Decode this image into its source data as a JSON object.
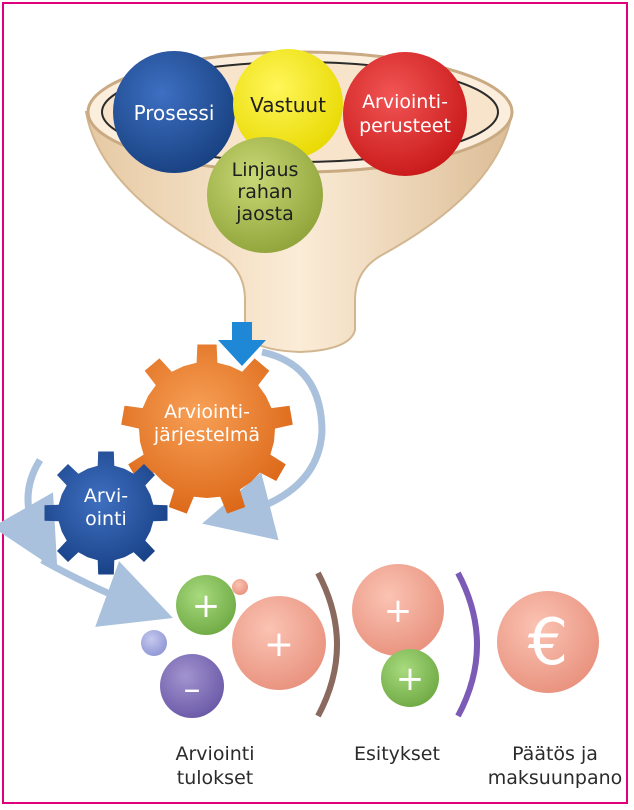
{
  "funnel": {
    "circles": [
      {
        "label": "Prosessi",
        "color": "#1f4e9c"
      },
      {
        "label": "Vastuut",
        "color": "#f5e800"
      },
      {
        "label": "Arviointi-\nperusteet",
        "color": "#e32626"
      },
      {
        "label": "Linjaus\nrahan\njaosta",
        "color": "#a8bd4a"
      }
    ]
  },
  "gears": [
    {
      "label": "Arviointi-\njärjestelmä",
      "color": "#ef7b22"
    },
    {
      "label": "Arvi-\nointi",
      "color": "#224f9d"
    }
  ],
  "results": {
    "plus_sign": "+",
    "minus_sign": "–",
    "euro_sign": "€"
  },
  "captions": {
    "results": "Arviointi\ntulokset",
    "proposals": "Esitykset",
    "decision": "Päätös ja\nmaksuunpano"
  }
}
